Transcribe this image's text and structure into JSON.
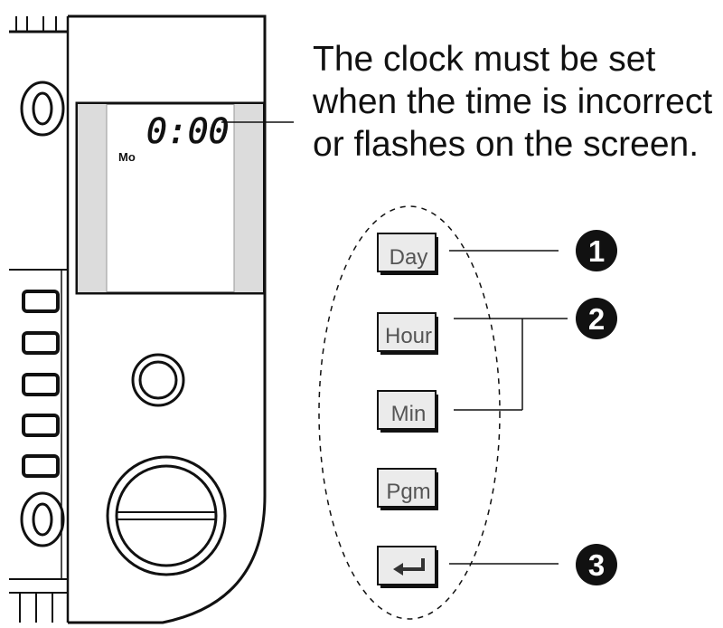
{
  "caption": {
    "line1": "The clock must be set",
    "line2": "when the time is incorrect",
    "line3": "or flashes on the screen."
  },
  "display": {
    "time": "0:00",
    "day": "Mo"
  },
  "buttons": {
    "day": "Day",
    "hour": "Hour",
    "min": "Min",
    "pgm": "Pgm",
    "enter_icon": "return-arrow-icon"
  },
  "callouts": {
    "one": "1",
    "two": "2",
    "three": "3"
  },
  "colors": {
    "line": "#111111",
    "button_fill": "#ebebeb",
    "screen_side": "#dcdcdc",
    "button_text": "#555555"
  }
}
